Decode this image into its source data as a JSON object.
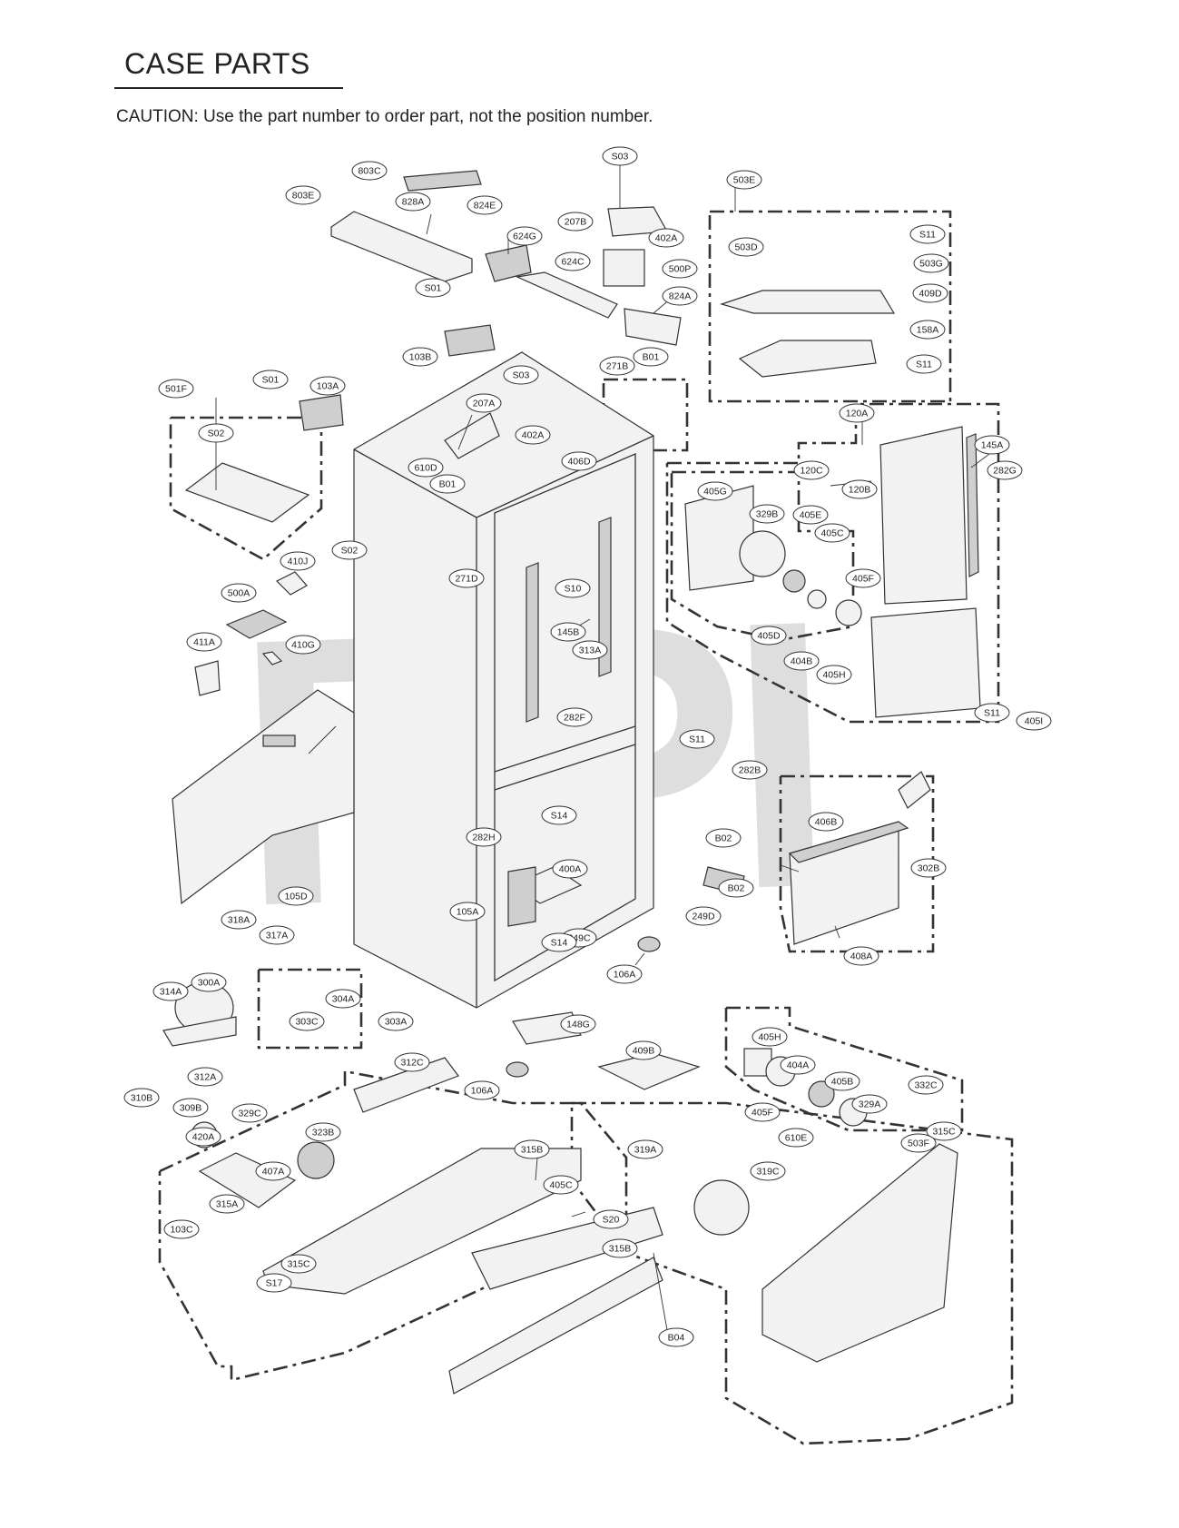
{
  "header": {
    "title": "CASE PARTS",
    "caution": "CAUTION: Use the part number to order part, not the position number."
  },
  "watermark": "RPI",
  "callouts": [
    "S03",
    "803C",
    "803E",
    "828A",
    "824E",
    "207B",
    "402A",
    "503E",
    "S11",
    "503D",
    "503G",
    "624G",
    "624C",
    "500P",
    "S01",
    "824A",
    "409D",
    "158A",
    "103B",
    "S11",
    "271B",
    "B01",
    "S03",
    "S01",
    "103A",
    "501F",
    "207A",
    "402A",
    "120A",
    "S02",
    "610D",
    "B01",
    "406D",
    "145A",
    "282G",
    "120C",
    "405G",
    "329B",
    "405E",
    "120B",
    "271D",
    "S02",
    "410J",
    "S10",
    "405C",
    "405F",
    "500A",
    "145B",
    "405D",
    "404B",
    "405H",
    "411A",
    "410G",
    "313A",
    "S11",
    "405I",
    "282F",
    "S11",
    "282B",
    "S14",
    "406B",
    "B02",
    "302B",
    "400A",
    "282H",
    "B02",
    "105D",
    "105A",
    "249D",
    "249C",
    "318A",
    "317A",
    "S14",
    "408A",
    "106A",
    "300A",
    "314A",
    "304A",
    "303C",
    "303A",
    "148G",
    "312A",
    "409B",
    "405H",
    "310B",
    "312C",
    "106A",
    "404A",
    "405B",
    "332C",
    "309B",
    "329C",
    "405F",
    "329A",
    "323B",
    "420A",
    "315B",
    "315C",
    "405C",
    "610E",
    "503F",
    "319A",
    "407A",
    "319C",
    "315A",
    "S20",
    "103C",
    "315B",
    "315C",
    "S17",
    "B04"
  ]
}
